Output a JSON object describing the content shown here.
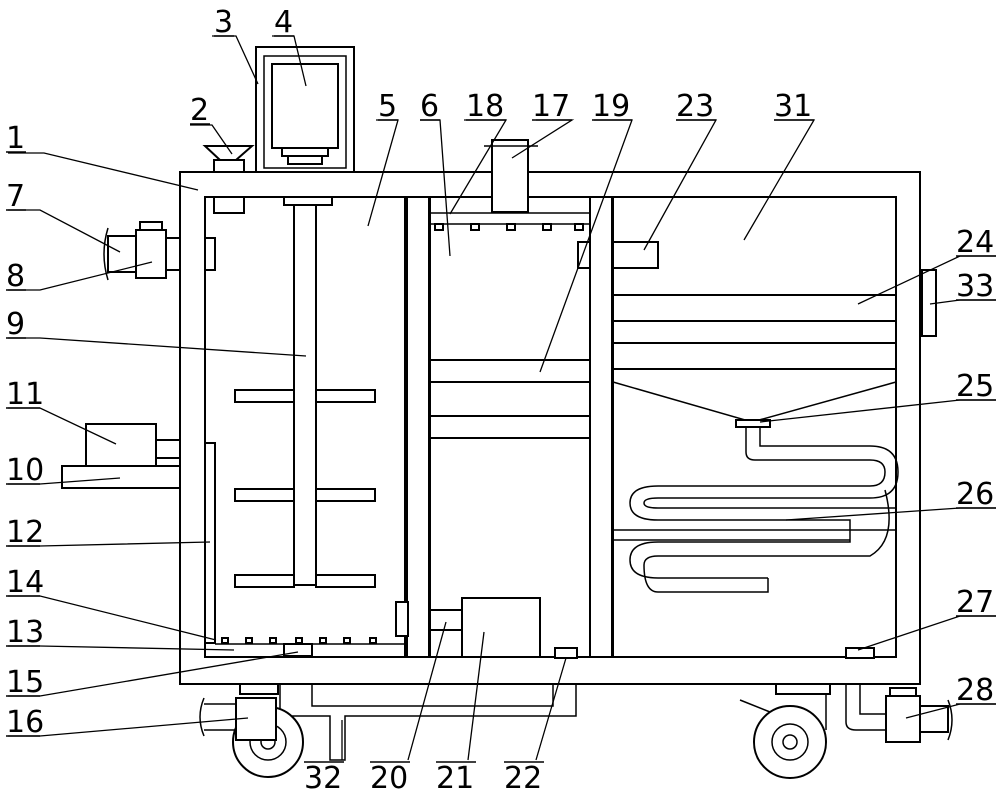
{
  "labels": [
    "1",
    "2",
    "3",
    "4",
    "5",
    "6",
    "7",
    "8",
    "9",
    "10",
    "11",
    "12",
    "13",
    "14",
    "15",
    "16",
    "17",
    "18",
    "19",
    "20",
    "21",
    "22",
    "23",
    "24",
    "25",
    "26",
    "27",
    "28",
    "31",
    "32",
    "33"
  ],
  "colors": {
    "ink": "#000000",
    "paper": "#ffffff"
  }
}
